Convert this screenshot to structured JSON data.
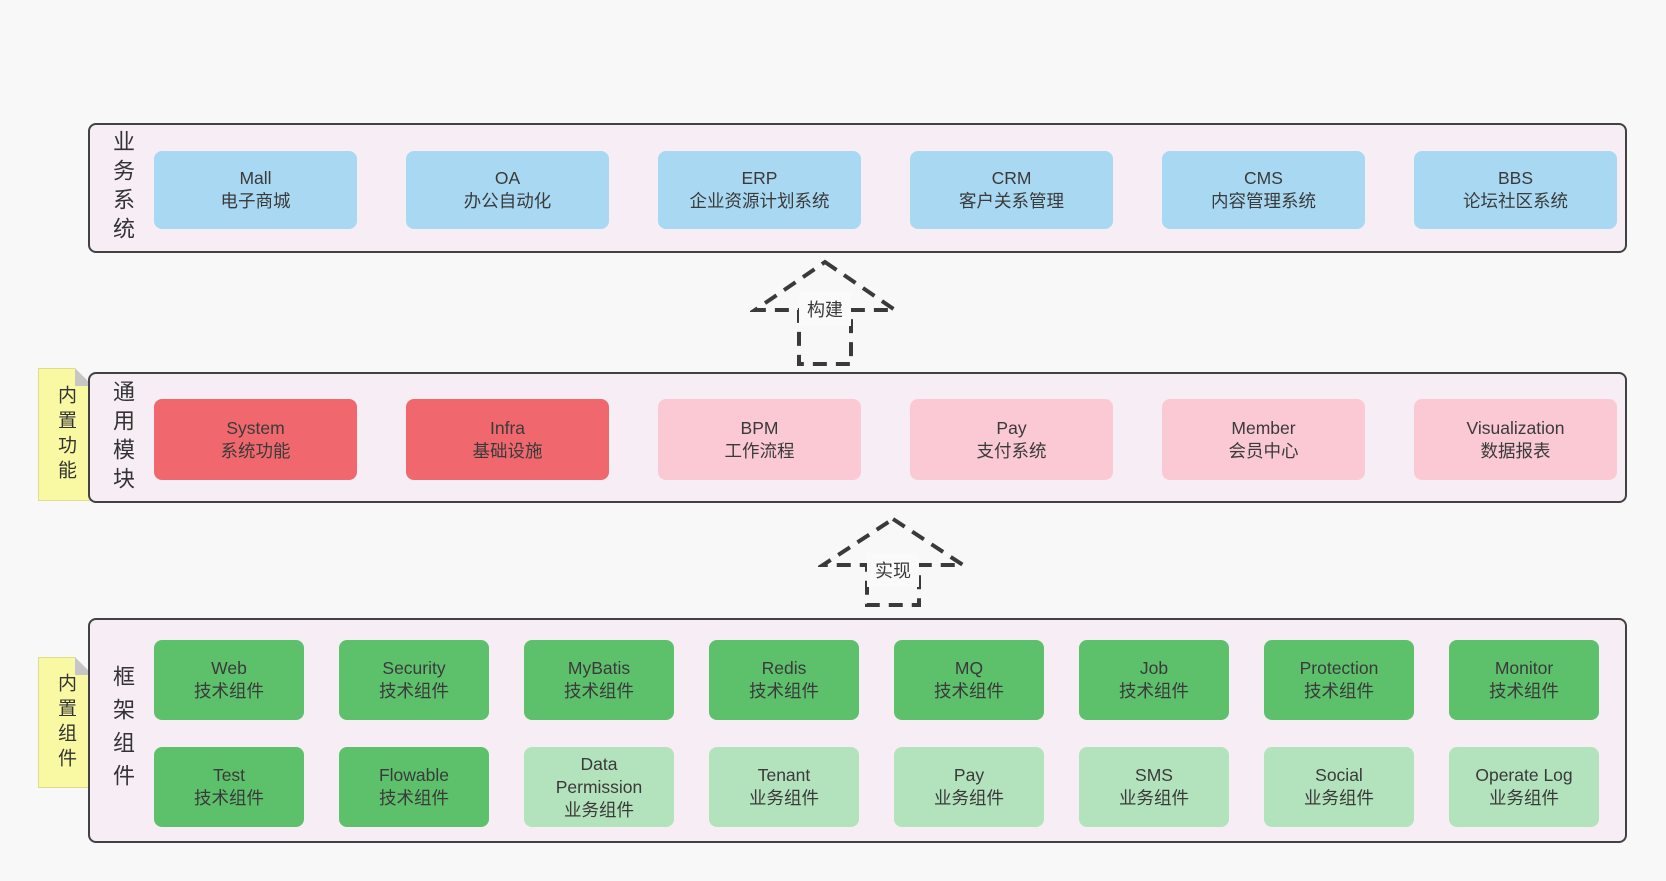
{
  "bands": {
    "business": {
      "label": "业务系统",
      "items": [
        {
          "en": "Mall",
          "zh": "电子商城"
        },
        {
          "en": "OA",
          "zh": "办公自动化"
        },
        {
          "en": "ERP",
          "zh": "企业资源计划系统"
        },
        {
          "en": "CRM",
          "zh": "客户关系管理"
        },
        {
          "en": "CMS",
          "zh": "内容管理系统"
        },
        {
          "en": "BBS",
          "zh": "论坛社区系统"
        }
      ]
    },
    "modules": {
      "label": "通用模块",
      "sticky": "内置功能",
      "items": [
        {
          "en": "System",
          "zh": "系统功能"
        },
        {
          "en": "Infra",
          "zh": "基础设施"
        },
        {
          "en": "BPM",
          "zh": "工作流程"
        },
        {
          "en": "Pay",
          "zh": "支付系统"
        },
        {
          "en": "Member",
          "zh": "会员中心"
        },
        {
          "en": "Visualization",
          "zh": "数据报表"
        }
      ]
    },
    "components": {
      "label": "框架组件",
      "sticky": "内置组件",
      "row1": [
        {
          "en": "Web",
          "zh": "技术组件"
        },
        {
          "en": "Security",
          "zh": "技术组件"
        },
        {
          "en": "MyBatis",
          "zh": "技术组件"
        },
        {
          "en": "Redis",
          "zh": "技术组件"
        },
        {
          "en": "MQ",
          "zh": "技术组件"
        },
        {
          "en": "Job",
          "zh": "技术组件"
        },
        {
          "en": "Protection",
          "zh": "技术组件"
        },
        {
          "en": "Monitor",
          "zh": "技术组件"
        }
      ],
      "row2": [
        {
          "en": "Test",
          "zh": "技术组件"
        },
        {
          "en": "Flowable",
          "zh": "技术组件"
        },
        {
          "en": "Data\nPermission",
          "zh": "业务组件"
        },
        {
          "en": "Tenant",
          "zh": "业务组件"
        },
        {
          "en": "Pay",
          "zh": "业务组件"
        },
        {
          "en": "SMS",
          "zh": "业务组件"
        },
        {
          "en": "Social",
          "zh": "业务组件"
        },
        {
          "en": "Operate Log",
          "zh": "业务组件"
        }
      ]
    }
  },
  "arrows": {
    "build": "构建",
    "implement": "实现"
  },
  "colors": {
    "canvas_bg": "#f8f8f8",
    "band_bg": "#f7edf5",
    "band_border": "#424242",
    "blue_box": "#a9d9f2",
    "red_box": "#f0686d",
    "pink_box": "#fbc9d4",
    "green_box": "#5dc16c",
    "light_green_box": "#b3e3bc",
    "sticky_yellow": "#faf9a3",
    "text": "#3a3a3a"
  }
}
